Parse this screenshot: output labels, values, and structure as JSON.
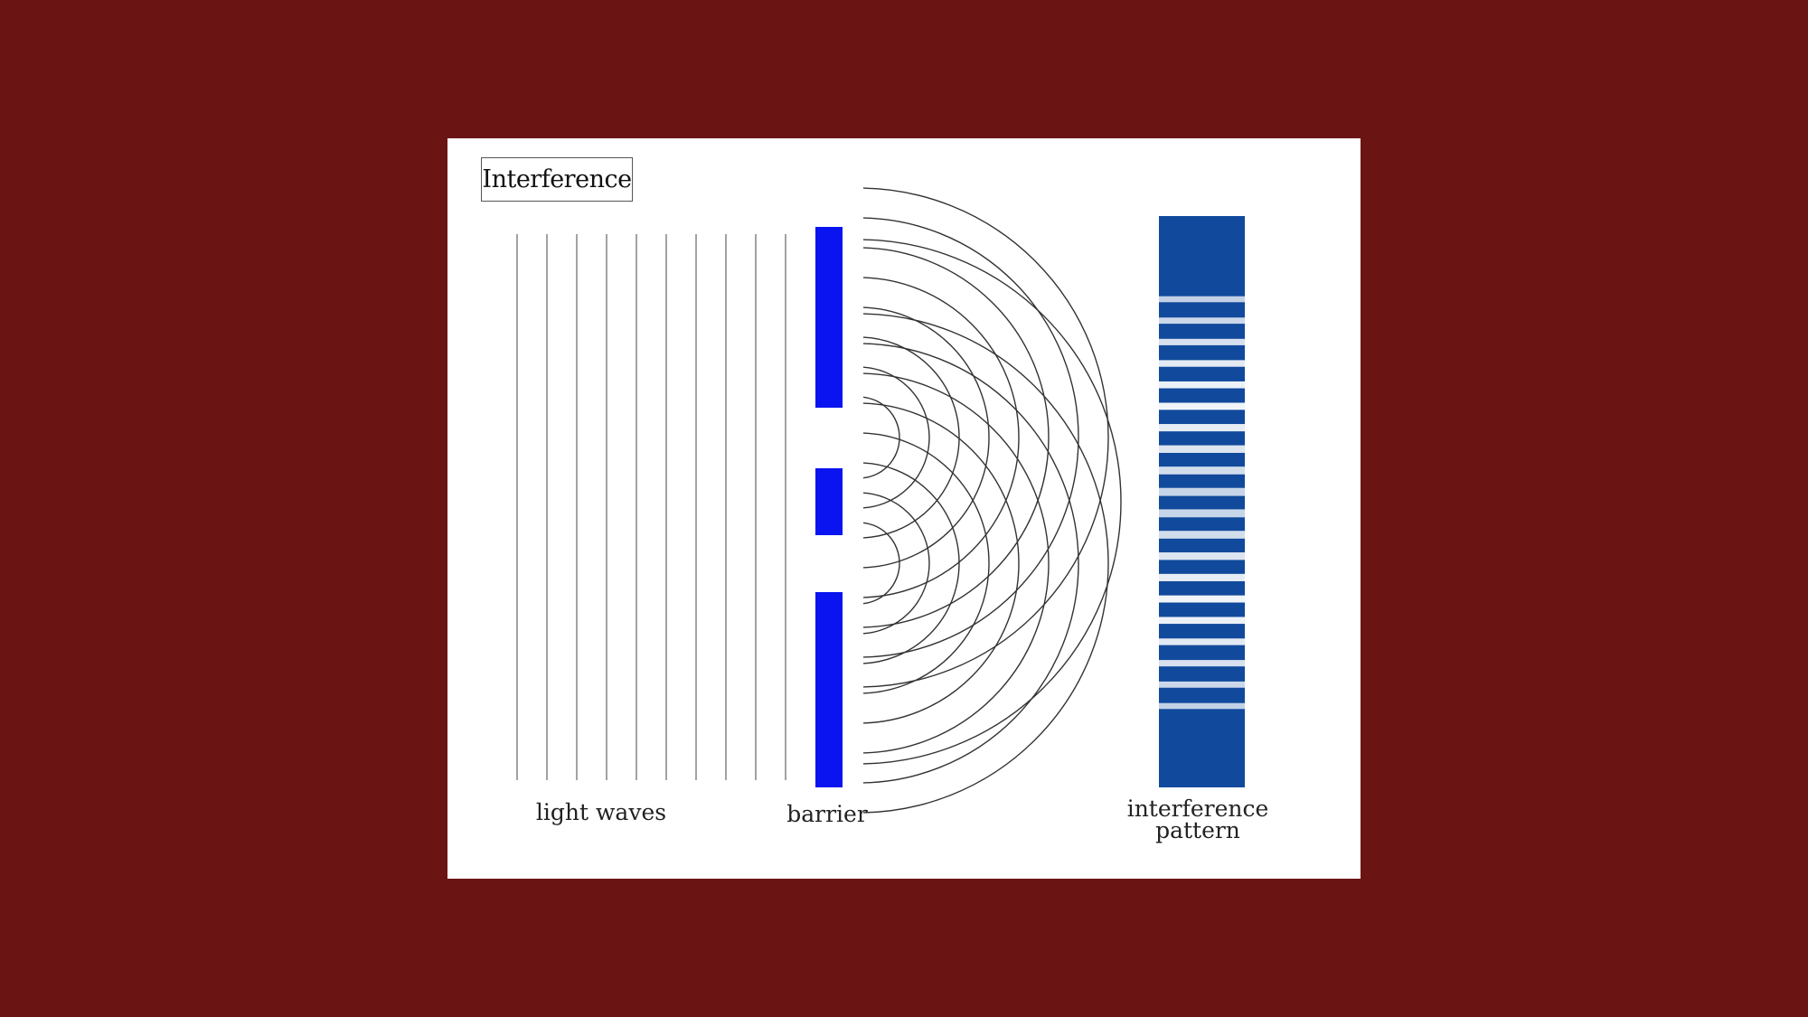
{
  "diagram": {
    "title": "Interference",
    "labels": {
      "light_waves": "light waves",
      "barrier": "barrier",
      "pattern_line1": "interference",
      "pattern_line2": "pattern"
    },
    "colors": {
      "background": "#6b1414",
      "card": "#ffffff",
      "barrier": "#0a14f0",
      "pattern_dark": "#114a9c",
      "pattern_light": "#ffffff",
      "waves": "#333333"
    },
    "incoming_wavefronts": 10,
    "slits": 2,
    "circular_wavefronts_per_slit": 8,
    "pattern_light_fringes": 20
  }
}
